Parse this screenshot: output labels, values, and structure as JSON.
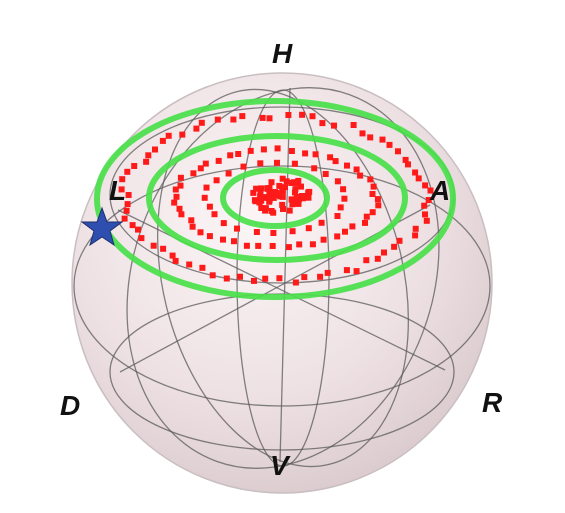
{
  "labels": {
    "top": "H",
    "bottom": "V",
    "left": "L",
    "right": "A",
    "lower_left": "D",
    "lower_right": "R"
  },
  "colors": {
    "sphere_fill": "#efe3e6",
    "sphere_edge": "#b8b0b3",
    "grid_line": "#5a5a5a",
    "trajectory": "#49e04a",
    "samples": "#ff1a1a",
    "start_marker": "#2f4fb0"
  },
  "icons": {
    "start_marker": "star-icon"
  }
}
